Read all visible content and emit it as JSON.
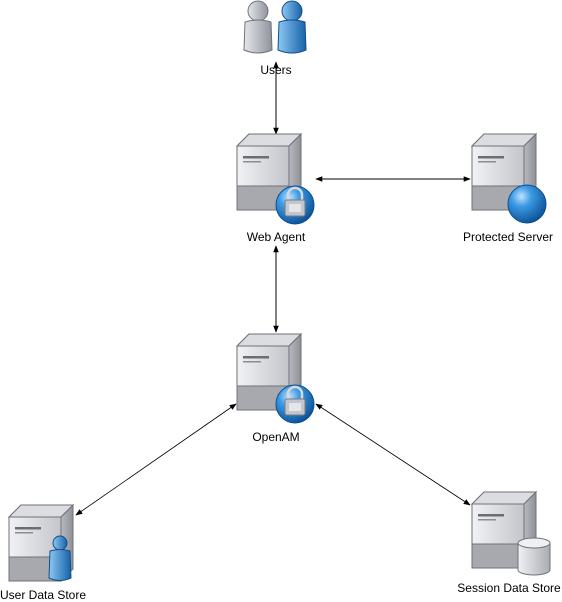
{
  "nodes": {
    "users": {
      "label": "Users"
    },
    "web_agent": {
      "label": "Web Agent"
    },
    "protected_server": {
      "label": "Protected Server"
    },
    "openam": {
      "label": "OpenAM"
    },
    "user_data_store": {
      "label": "User Data Store"
    },
    "session_data_store": {
      "label": "Session Data Store"
    }
  },
  "edges": [
    {
      "from": "users",
      "to": "web_agent",
      "bidirectional": true
    },
    {
      "from": "web_agent",
      "to": "protected_server",
      "bidirectional": true
    },
    {
      "from": "web_agent",
      "to": "openam",
      "bidirectional": true
    },
    {
      "from": "openam",
      "to": "user_data_store",
      "bidirectional": true
    },
    {
      "from": "openam",
      "to": "session_data_store",
      "bidirectional": true
    }
  ],
  "colors": {
    "server_body": "#c9cbd1",
    "server_shade": "#9a9ca3",
    "badge_blue": "#1f77c9",
    "user_gray": "#a3a7b0",
    "user_blue": "#2b84d0",
    "edge": "#000000"
  }
}
